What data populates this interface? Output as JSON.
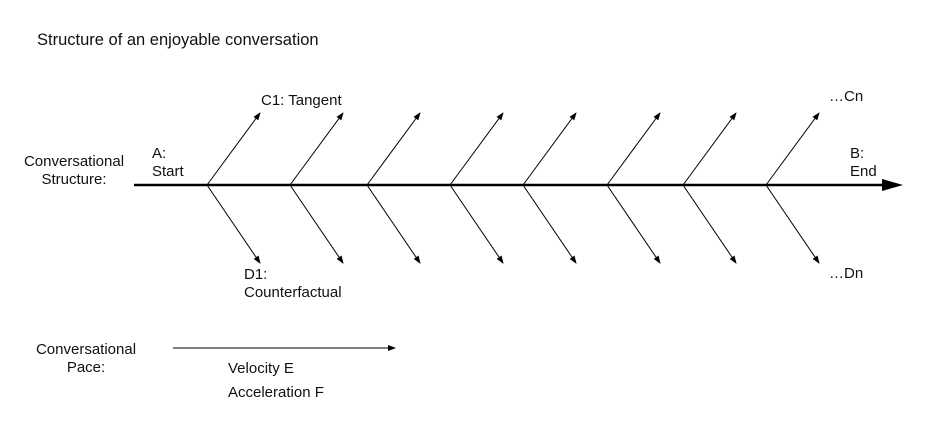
{
  "title": "Structure of an enjoyable conversation",
  "structure_label": [
    "Conversational",
    "Structure:"
  ],
  "start": [
    "A:",
    "Start"
  ],
  "end": [
    "B:",
    "End"
  ],
  "tangent_first": "C1: Tangent",
  "tangent_last": "…Cn",
  "counterfactual_first": [
    "D1:",
    "Counterfactual"
  ],
  "counterfactual_last": "…Dn",
  "pace_label": [
    "Conversational",
    "Pace:"
  ],
  "velocity": "Velocity E",
  "acceleration": "Acceleration F",
  "colors": {
    "line": "#000000",
    "text": "#111111"
  }
}
